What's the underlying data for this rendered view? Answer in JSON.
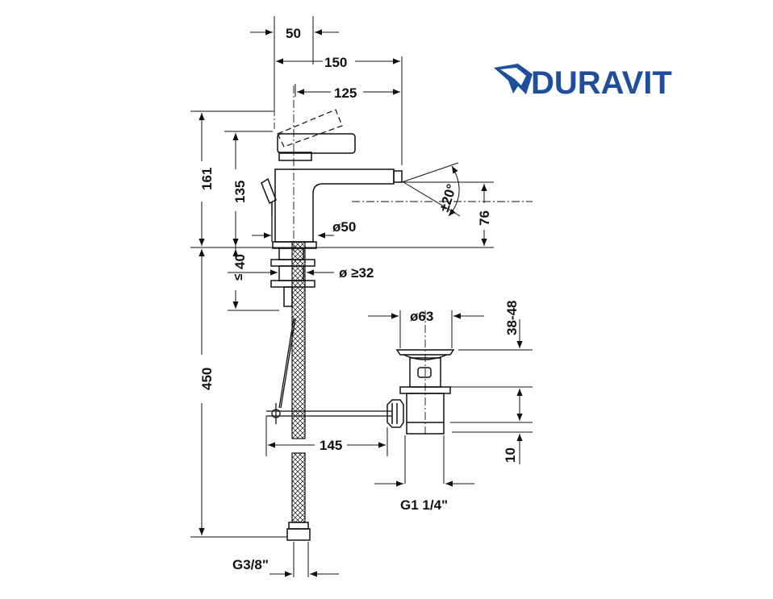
{
  "brand": {
    "name": "DURAVIT",
    "color": "#1f4e9c"
  },
  "dimensions": {
    "d50_top": "50",
    "d150": "150",
    "d125": "125",
    "d161": "161",
    "d135": "135",
    "angle": "±20°",
    "d76": "76",
    "dia50": "ø50",
    "d40": "40",
    "le": "≤",
    "dia32": "ø ≥32",
    "dia63": "ø63",
    "d38_48": "38-48",
    "d450": "450",
    "d145": "145",
    "d10": "10",
    "g114": "G1 1/4\"",
    "g38": "G3/8\""
  },
  "colors": {
    "line": "#111111",
    "brand": "#1f4e9c"
  }
}
